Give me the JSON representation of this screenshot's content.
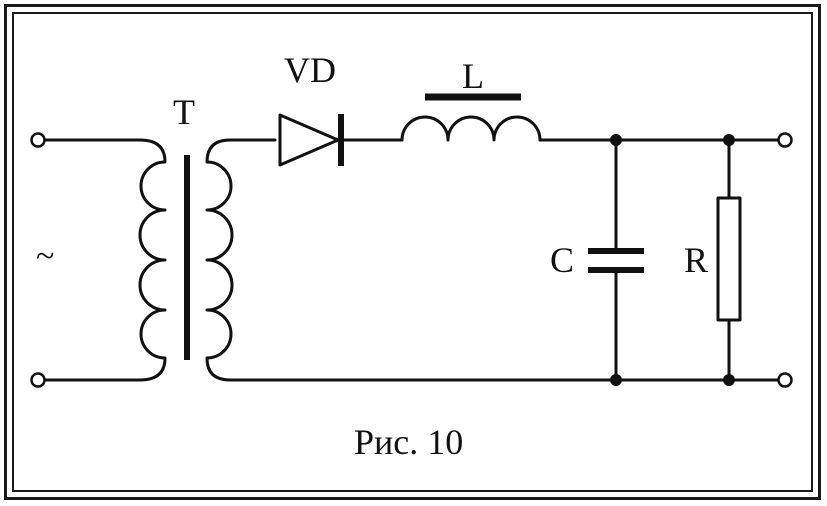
{
  "diagram": {
    "caption": "Рис. 10",
    "input_symbol": "~",
    "components": {
      "transformer": "T",
      "diode": "VD",
      "inductor": "L",
      "capacitor": "C",
      "resistor": "R"
    }
  }
}
